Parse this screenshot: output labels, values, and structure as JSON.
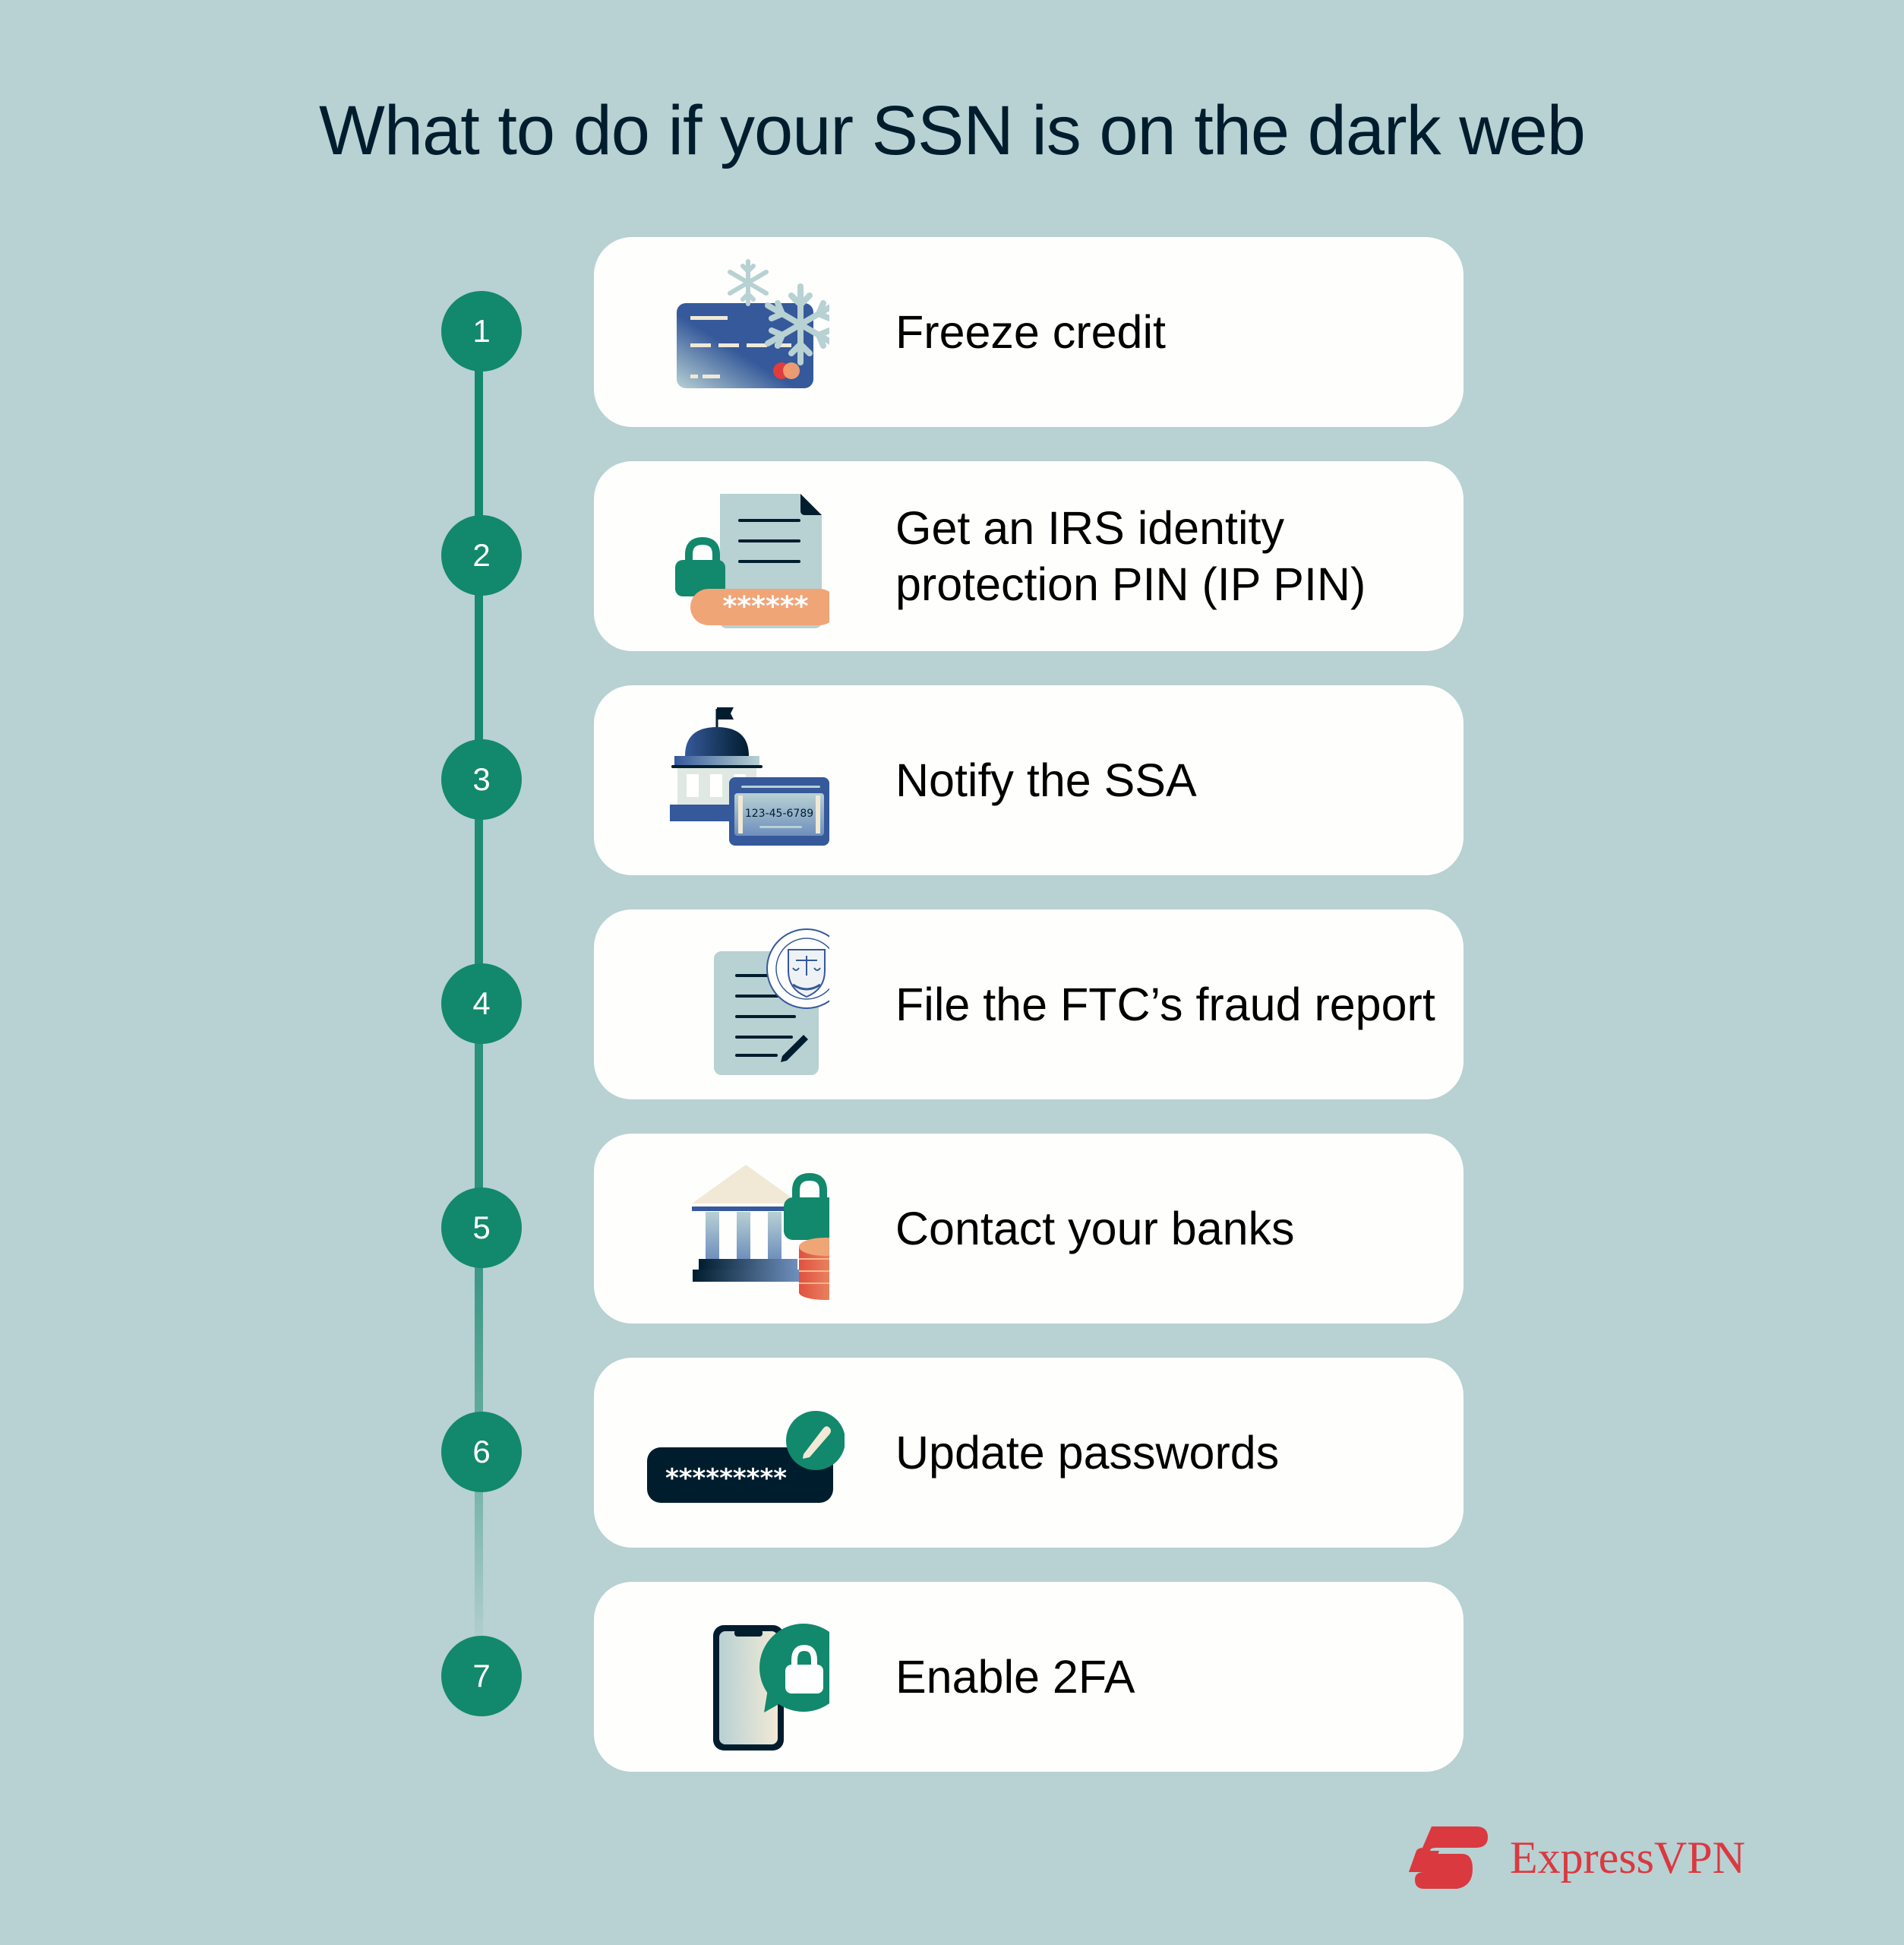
{
  "title": "What to do if your SSN is on the dark web",
  "colors": {
    "background": "#b8d1d3",
    "accent_green": "#12886c",
    "card": "#fefefd",
    "title_text": "#001d2e",
    "brand_red": "#da3940"
  },
  "steps": [
    {
      "number": "1",
      "label": "Freeze credit",
      "icon": "frozen-credit-card-icon"
    },
    {
      "number": "2",
      "label": "Get an IRS identity protection PIN (IP PIN)",
      "icon": "locked-document-pin-icon"
    },
    {
      "number": "3",
      "label": "Notify the SSA",
      "icon": "government-building-ssn-card-icon",
      "icon_text": "123-45-6789"
    },
    {
      "number": "4",
      "label": "File the FTC’s fraud report",
      "icon": "ftc-seal-document-icon"
    },
    {
      "number": "5",
      "label": "Contact your banks",
      "icon": "bank-lock-coins-icon"
    },
    {
      "number": "6",
      "label": "Update passwords",
      "icon": "password-edit-icon",
      "icon_text": "*********"
    },
    {
      "number": "7",
      "label": "Enable 2FA",
      "icon": "phone-lock-bubble-icon"
    }
  ],
  "pin_mask": "******",
  "brand": {
    "name": "ExpressVPN",
    "icon": "expressvpn-logo-icon"
  }
}
